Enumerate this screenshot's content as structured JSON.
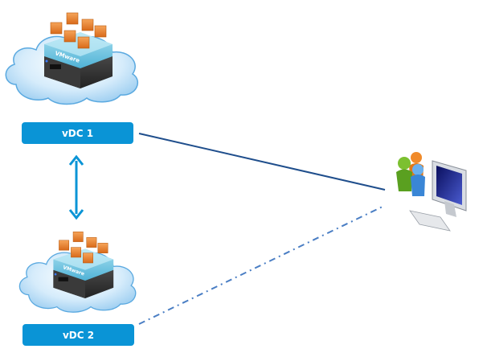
{
  "diagram": {
    "nodes": [
      {
        "id": "vdc1",
        "label": "vDC 1",
        "icon": "cloud-datacenter-icon",
        "stack_label": "VMware"
      },
      {
        "id": "vdc2",
        "label": "vDC 2",
        "icon": "cloud-datacenter-icon",
        "stack_label": "VMware"
      },
      {
        "id": "users",
        "label": "",
        "icon": "users-workstation-icon"
      }
    ],
    "edges": [
      {
        "from": "vdc1",
        "to": "vdc2",
        "style": "bidirectional-arrow"
      },
      {
        "from": "vdc1",
        "to": "users",
        "style": "solid"
      },
      {
        "from": "vdc2",
        "to": "users",
        "style": "dash-dot"
      }
    ],
    "colors": {
      "label_bg": "#0a94d6",
      "arrow": "#0a94d6",
      "solid_line": "#1f4e8c",
      "dashed_line": "#4a7ec4",
      "cloud": "#bfe0f7",
      "vm_orange": "#e8822c"
    }
  }
}
